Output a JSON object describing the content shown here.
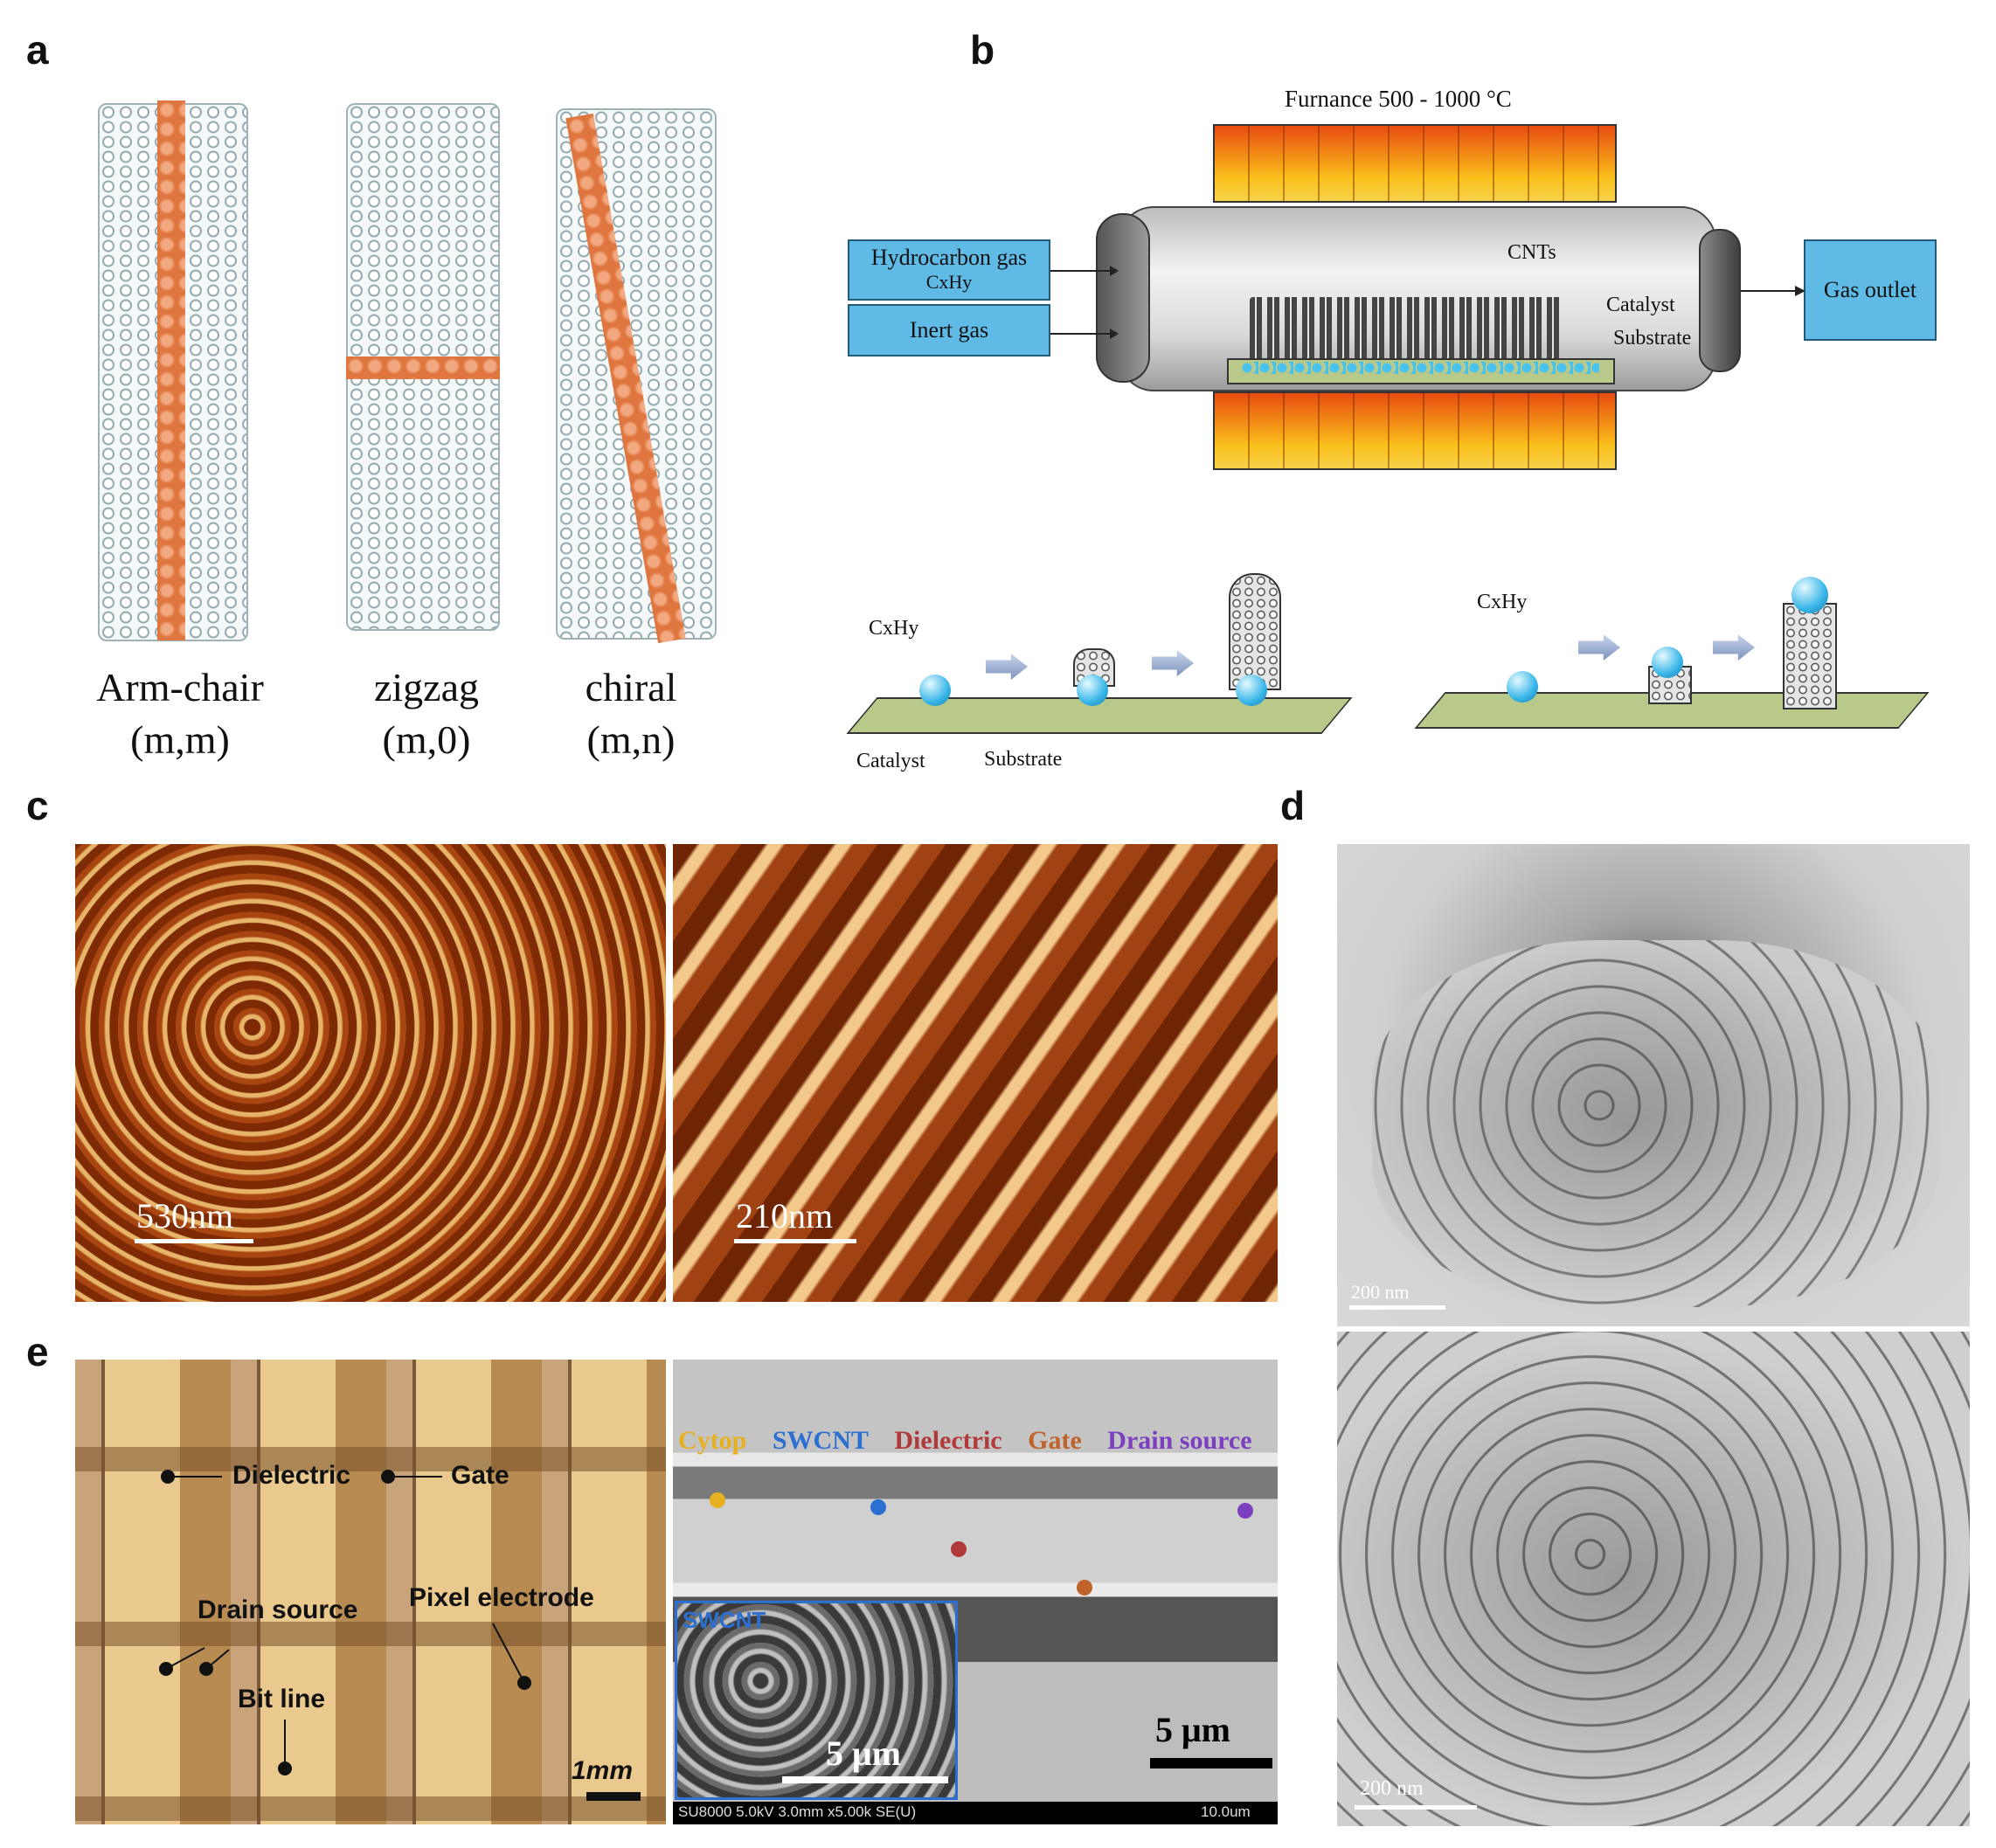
{
  "panels": {
    "a": "a",
    "b": "b",
    "c": "c",
    "d": "d",
    "e": "e"
  },
  "panel_a": {
    "tubes": [
      {
        "name": "Arm-chair",
        "index": "(m,m)"
      },
      {
        "name": "zigzag",
        "index": "(m,0)"
      },
      {
        "name": "chiral",
        "index": "(m,n)"
      }
    ]
  },
  "panel_b": {
    "furnace_label": "Furnance 500 - 1000 °C",
    "hydrocarbon_line1": "Hydrocarbon gas",
    "hydrocarbon_line2": "CxHy",
    "inert_gas": "Inert gas",
    "gas_outlet": "Gas outlet",
    "cnts": "CNTs",
    "catalyst": "Catalyst",
    "substrate": "Substrate",
    "growth_cxhy_1": "CxHy",
    "growth_cxhy_2": "CxHy",
    "growth_catalyst": "Catalyst",
    "growth_substrate": "Substrate"
  },
  "panel_c": {
    "scale_left": "530nm",
    "scale_right": "210nm"
  },
  "panel_d": {
    "scale_top": "200 nm",
    "scale_bottom": "200 nm"
  },
  "panel_e": {
    "dielectric": "Dielectric",
    "gate": "Gate",
    "drain_source": "Drain source",
    "pixel_electrode": "Pixel electrode",
    "bit_line": "Bit line",
    "scale_optical": "1mm",
    "legend": [
      {
        "label": "Cytop",
        "color": "#e6b020"
      },
      {
        "label": "SWCNT",
        "color": "#2a6fd1"
      },
      {
        "label": "Dielectric",
        "color": "#b03a3a"
      },
      {
        "label": "Gate",
        "color": "#c0632a"
      },
      {
        "label": "Drain source",
        "color": "#7b3fbf"
      }
    ],
    "inset_label": "SWCNT",
    "inset_scale": "5 μm",
    "sem_scale": "5 μm",
    "sem_footer": "SU8000 5.0kV 3.0mm x5.00k SE(U)",
    "sem_footer_scale": "10.0um"
  }
}
